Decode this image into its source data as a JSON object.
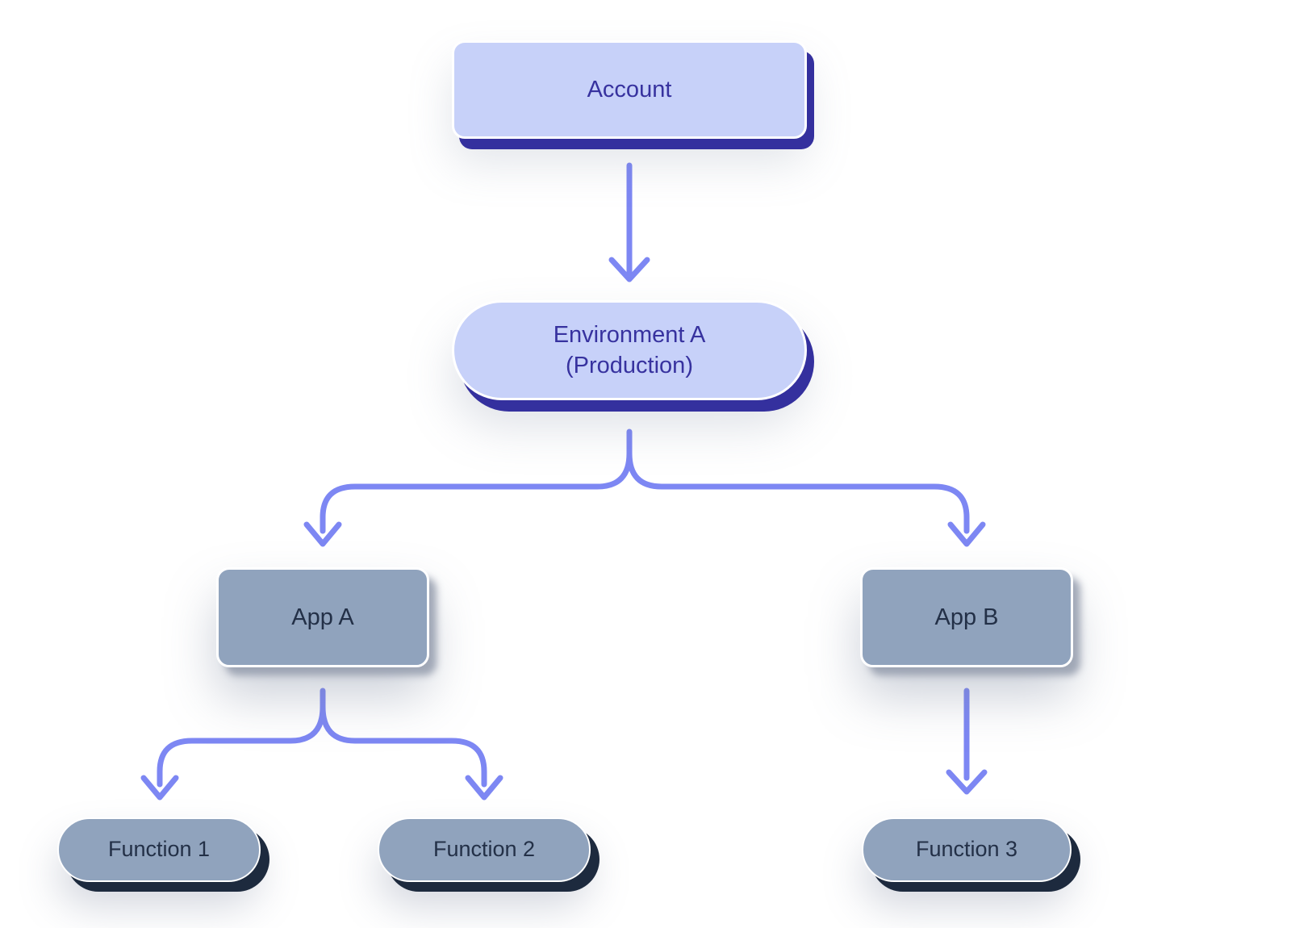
{
  "diagram": {
    "nodes": {
      "account": {
        "label": "Account",
        "shape": "rounded-rectangle",
        "style": "primary"
      },
      "environment_a": {
        "label_line1": "Environment A",
        "label_line2": "(Production)",
        "shape": "pill",
        "style": "primary"
      },
      "app_a": {
        "label": "App A",
        "shape": "rounded-rectangle",
        "style": "secondary"
      },
      "app_b": {
        "label": "App B",
        "shape": "rounded-rectangle",
        "style": "secondary"
      },
      "function_1": {
        "label": "Function 1",
        "shape": "pill",
        "style": "secondary"
      },
      "function_2": {
        "label": "Function 2",
        "shape": "pill",
        "style": "secondary"
      },
      "function_3": {
        "label": "Function 3",
        "shape": "pill",
        "style": "secondary"
      }
    },
    "edges": [
      {
        "from": "account",
        "to": "environment_a"
      },
      {
        "from": "environment_a",
        "to": "app_a"
      },
      {
        "from": "environment_a",
        "to": "app_b"
      },
      {
        "from": "app_a",
        "to": "function_1"
      },
      {
        "from": "app_a",
        "to": "function_2"
      },
      {
        "from": "app_b",
        "to": "function_3"
      }
    ],
    "colors": {
      "accent_fill": "#c7d1f9",
      "accent_text": "#37329f",
      "accent_shadow": "#34309e",
      "connector": "#7d87f3",
      "secondary_fill": "#90a3bd",
      "secondary_text": "#233047",
      "secondary_shadow": "#1d2a3e",
      "background": "#ffffff"
    }
  }
}
